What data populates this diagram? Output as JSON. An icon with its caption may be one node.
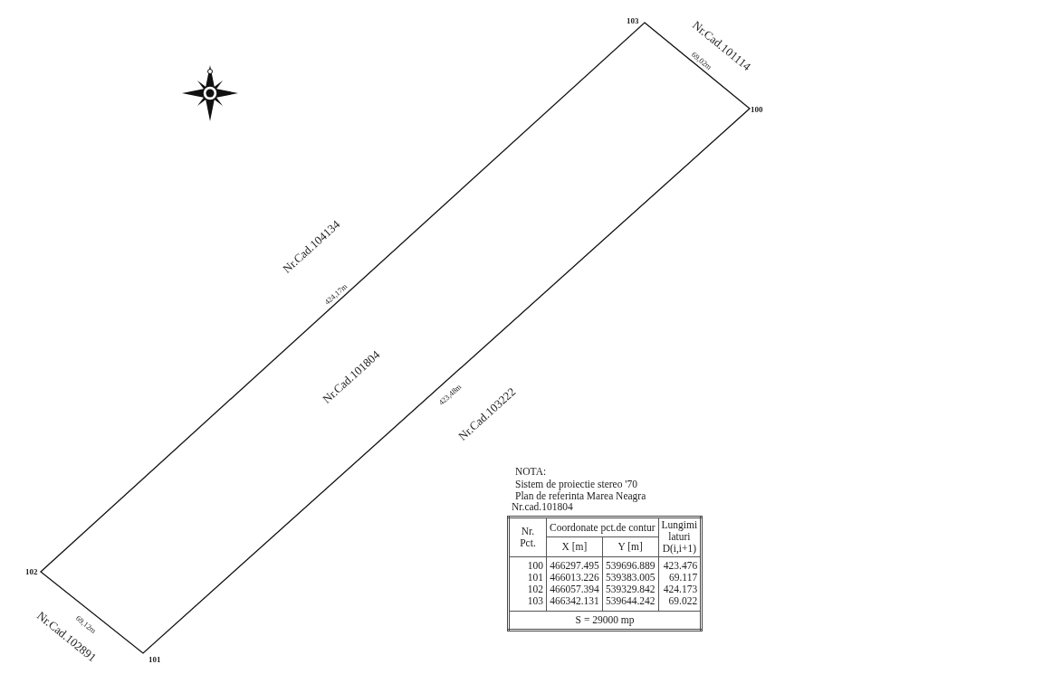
{
  "diagram": {
    "labels": [
      "103",
      "Nr.Cad.101114",
      "69,02m",
      "100",
      "Nr.Cad.104134",
      "424,17m",
      "Nr.Cad.101804",
      "423,48m",
      "Nr.Cad.103222",
      "NOTA:",
      "Sistem de proiectie stereo '70",
      "Plan de referinta Marea Neagra",
      "Nr.cad.101804",
      "Nr. Pct.",
      "Coordonate pct.de contur",
      "Lungimi laturi D(i,i+1)",
      "X [m]",
      "Y [m]",
      "100",
      "466297.495",
      "539696.889",
      "423.476",
      "101",
      "466013.226",
      "539383.005",
      "69.117",
      "102",
      "466057.394",
      "539329.842",
      "424.173",
      "103",
      "466342.131",
      "539644.242",
      "69.022",
      "S = 29000 mp",
      "102",
      "69,12m",
      "Nr.Cad.102891",
      "101"
    ]
  }
}
